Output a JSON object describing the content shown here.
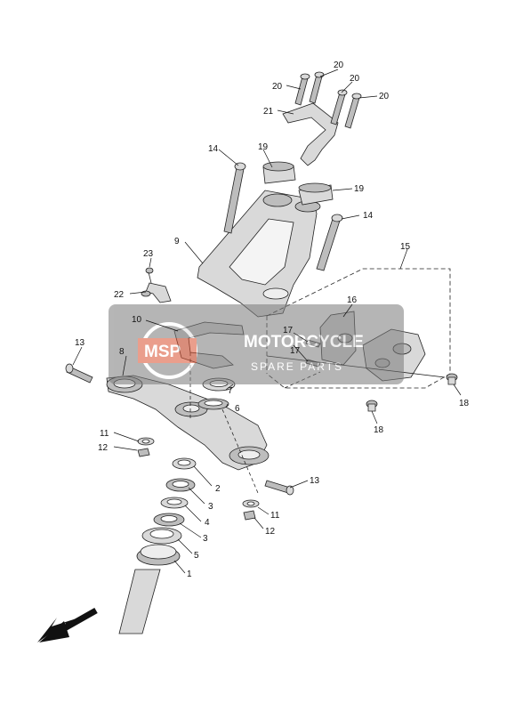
{
  "watermark": {
    "logo_text": "MSP",
    "line1": "MOTORCYCLE",
    "line2": "SPARE PARTS"
  },
  "callouts": [
    {
      "id": "c20a",
      "label": "20"
    },
    {
      "id": "c20b",
      "label": "20"
    },
    {
      "id": "c20c",
      "label": "20"
    },
    {
      "id": "c20d",
      "label": "20"
    },
    {
      "id": "c21",
      "label": "21"
    },
    {
      "id": "c19a",
      "label": "19"
    },
    {
      "id": "c19b",
      "label": "19"
    },
    {
      "id": "c14a",
      "label": "14"
    },
    {
      "id": "c14b",
      "label": "14"
    },
    {
      "id": "c9",
      "label": "9"
    },
    {
      "id": "c15",
      "label": "15"
    },
    {
      "id": "c23",
      "label": "23"
    },
    {
      "id": "c22",
      "label": "22"
    },
    {
      "id": "c16",
      "label": "16"
    },
    {
      "id": "c10",
      "label": "10"
    },
    {
      "id": "c17a",
      "label": "17"
    },
    {
      "id": "c17b",
      "label": "17"
    },
    {
      "id": "c13a",
      "label": "13"
    },
    {
      "id": "c8",
      "label": "8"
    },
    {
      "id": "c7",
      "label": "7"
    },
    {
      "id": "c18a",
      "label": "18"
    },
    {
      "id": "c6",
      "label": "6"
    },
    {
      "id": "c18b",
      "label": "18"
    },
    {
      "id": "c11a",
      "label": "11"
    },
    {
      "id": "c12a",
      "label": "12"
    },
    {
      "id": "c2",
      "label": "2"
    },
    {
      "id": "c13b",
      "label": "13"
    },
    {
      "id": "c3a",
      "label": "3"
    },
    {
      "id": "c11b",
      "label": "11"
    },
    {
      "id": "c4",
      "label": "4"
    },
    {
      "id": "c12b",
      "label": "12"
    },
    {
      "id": "c3b",
      "label": "3"
    },
    {
      "id": "c5",
      "label": "5"
    },
    {
      "id": "c1",
      "label": "1"
    }
  ]
}
